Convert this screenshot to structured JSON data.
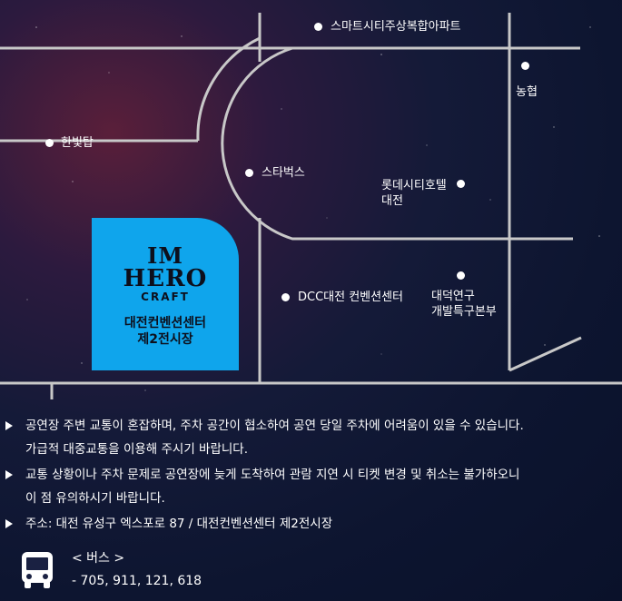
{
  "map": {
    "pois": [
      {
        "id": "smart-city",
        "label": "스마트시티주상복합아파트"
      },
      {
        "id": "nonghyup",
        "label": "농협"
      },
      {
        "id": "hanbit-tower",
        "label": "한빛탑"
      },
      {
        "id": "starbucks",
        "label": "스타벅스"
      },
      {
        "id": "lotte-city-hotel",
        "label": "롯데시티호텔\n대전"
      },
      {
        "id": "dcc",
        "label": "DCC대전 컨벤션센터"
      },
      {
        "id": "daedeok",
        "label": "대덕연구\n개발특구본부"
      }
    ],
    "venue": {
      "logo_line1": "IM",
      "logo_line2": "HERO",
      "logo_line3": "CRAFT",
      "name_line1": "대전컨벤션센터",
      "name_line2": "제2전시장",
      "color": "#0fa5ec"
    },
    "road_color": "#c8c8c8"
  },
  "notes": [
    {
      "line1": "공연장 주변 교통이 혼잡하며, 주차 공간이 협소하여 공연 당일 주차에 어려움이 있을 수 있습니다.",
      "line2": "가급적 대중교통을 이용해 주시기 바랍니다."
    },
    {
      "line1": "교통 상황이나 주차 문제로 공연장에 늦게 도착하여 관람 지연 시 티켓 변경 및 취소는 불가하오니",
      "line2": "이 점 유의하시기 바랍니다."
    },
    {
      "line1": "주소: 대전 유성구 엑스포로 87 / 대전컨벤션센터 제2전시장",
      "line2": ""
    }
  ],
  "transit": {
    "icon": "bus-icon",
    "title": "< 버스 >",
    "lines": "- 705, 911, 121, 618"
  }
}
